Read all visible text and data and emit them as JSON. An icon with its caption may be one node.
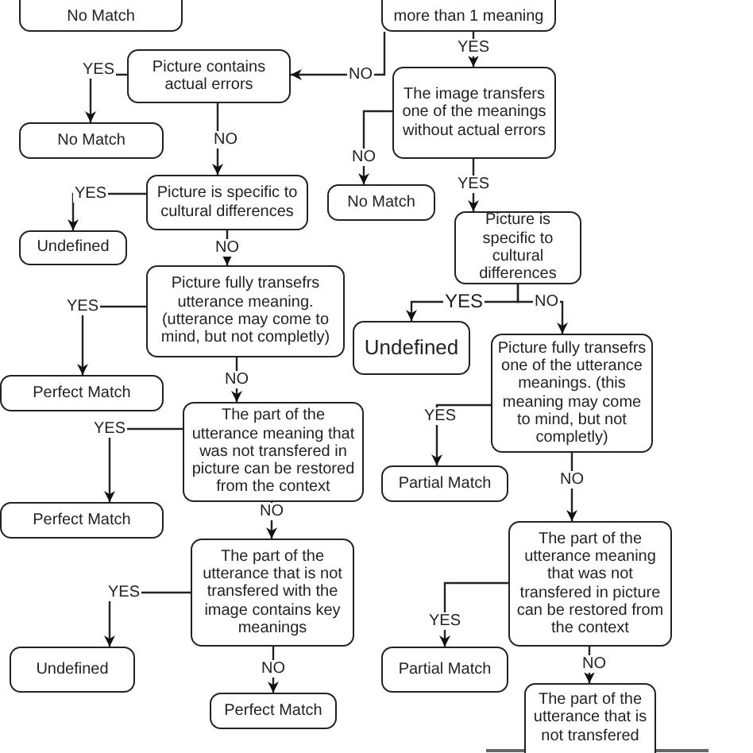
{
  "diagram": {
    "nodes": [
      {
        "text": [
          "No Match"
        ]
      },
      {
        "text": [
          "more than 1 meaning"
        ]
      },
      {
        "text": [
          "Picture contains actual errors"
        ]
      },
      {
        "text": [
          "The image transfers one of the meanings without actual errors"
        ]
      },
      {
        "text": [
          "No Match"
        ]
      },
      {
        "text": [
          "No Match"
        ]
      },
      {
        "text": [
          "Picture is specific to cultural differences"
        ]
      },
      {
        "text": [
          "Picture is specific to cultural differences"
        ]
      },
      {
        "text": [
          "Undefined"
        ]
      },
      {
        "text": [
          "Picture fully transefrs utterance meaning. (utterance may come to mind, but not completly)"
        ]
      },
      {
        "text": [
          "Undefined"
        ]
      },
      {
        "text": [
          "Picture fully transefrs one of the utterance meanings. (this meaning may come to mind, but not completly)"
        ]
      },
      {
        "text": [
          "Perfect Match"
        ]
      },
      {
        "text": [
          "The part of the utterance meaning that was not transfered in picture can be restored from the context"
        ]
      },
      {
        "text": [
          "Partial Match"
        ]
      },
      {
        "text": [
          "Perfect Match"
        ]
      },
      {
        "text": [
          "The part of the utterance meaning that was not transfered in picture can be restored from the context"
        ]
      },
      {
        "text": [
          "The part of the utterance that is not transfered with the image contains key meanings"
        ]
      },
      {
        "text": [
          "Undefined"
        ]
      },
      {
        "text": [
          "Partial Match"
        ]
      },
      {
        "text": [
          "Perfect Match"
        ]
      },
      {
        "text": [
          "The part of the utterance that is not transfered"
        ]
      }
    ],
    "edges": [
      {
        "from": 1,
        "to": 3,
        "arrow": "to",
        "label": "YES"
      },
      {
        "from": 1,
        "to": 2,
        "arrow": "to",
        "label": "NO"
      },
      {
        "from": 3,
        "to": 5,
        "arrow": "to",
        "label": "NO"
      },
      {
        "from": 2,
        "to": 4,
        "arrow": "to",
        "label": "YES"
      },
      {
        "from": 2,
        "to": 6,
        "arrow": "to",
        "label": "NO"
      },
      {
        "from": 6,
        "to": 8,
        "arrow": "to",
        "label": "YES"
      },
      {
        "from": 6,
        "to": 9,
        "arrow": "to",
        "label": "NO"
      },
      {
        "from": 3,
        "to": 7,
        "arrow": "to",
        "label": "YES"
      },
      {
        "from": 7,
        "to": 10,
        "arrow": "to",
        "label": "YES"
      },
      {
        "from": 7,
        "to": 11,
        "arrow": "to",
        "label": "NO"
      },
      {
        "from": 9,
        "to": 12,
        "arrow": "to",
        "label": "YES"
      },
      {
        "from": 9,
        "to": 13,
        "arrow": "to",
        "label": "NO"
      },
      {
        "from": 13,
        "to": 15,
        "arrow": "to",
        "label": "YES"
      },
      {
        "from": 13,
        "to": 17,
        "arrow": "to",
        "label": "NO"
      },
      {
        "from": 17,
        "to": 18,
        "arrow": "to",
        "label": "YES"
      },
      {
        "from": 17,
        "to": 20,
        "arrow": "to",
        "label": "NO"
      },
      {
        "from": 11,
        "to": 14,
        "arrow": "to",
        "label": "YES"
      },
      {
        "from": 11,
        "to": 16,
        "arrow": "to",
        "label": "NO"
      },
      {
        "from": 16,
        "to": 19,
        "arrow": "to",
        "label": "YES"
      },
      {
        "from": 16,
        "to": 21,
        "arrow": "to",
        "label": "NO"
      }
    ]
  }
}
